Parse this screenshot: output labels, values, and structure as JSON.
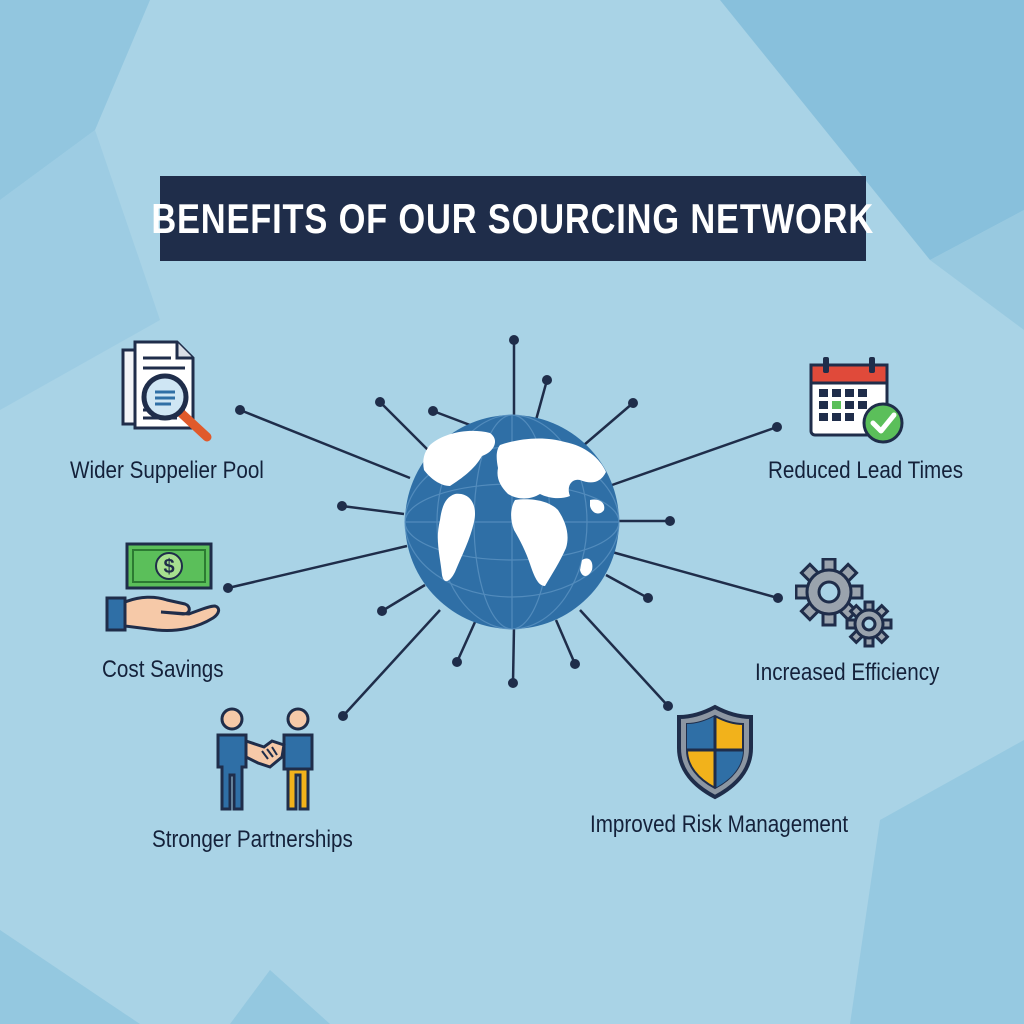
{
  "title": "BENEFITS OF OUR SOURCING NETWORK",
  "benefits": {
    "wider_supplier_pool": "Wider Suppelier Pool",
    "cost_savings": "Cost Savings",
    "stronger_partnerships": "Stronger Partnerships",
    "reduced_lead_times": "Reduced Lead Times",
    "increased_efficiency": "Increased Efficiency",
    "improved_risk_management": "Improved Risk Management"
  },
  "icons": {
    "wider_supplier_pool": "document-magnifier-icon",
    "cost_savings": "money-hand-icon",
    "stronger_partnerships": "handshake-people-icon",
    "reduced_lead_times": "calendar-check-icon",
    "increased_efficiency": "gears-icon",
    "improved_risk_management": "shield-icon",
    "center": "globe-icon"
  },
  "dollar_sign": "$",
  "colors": {
    "background": "#a9d3e6",
    "title_bar": "#1f2d4a",
    "globe": "#2f6fa6",
    "lines": "#1f2d4a"
  }
}
